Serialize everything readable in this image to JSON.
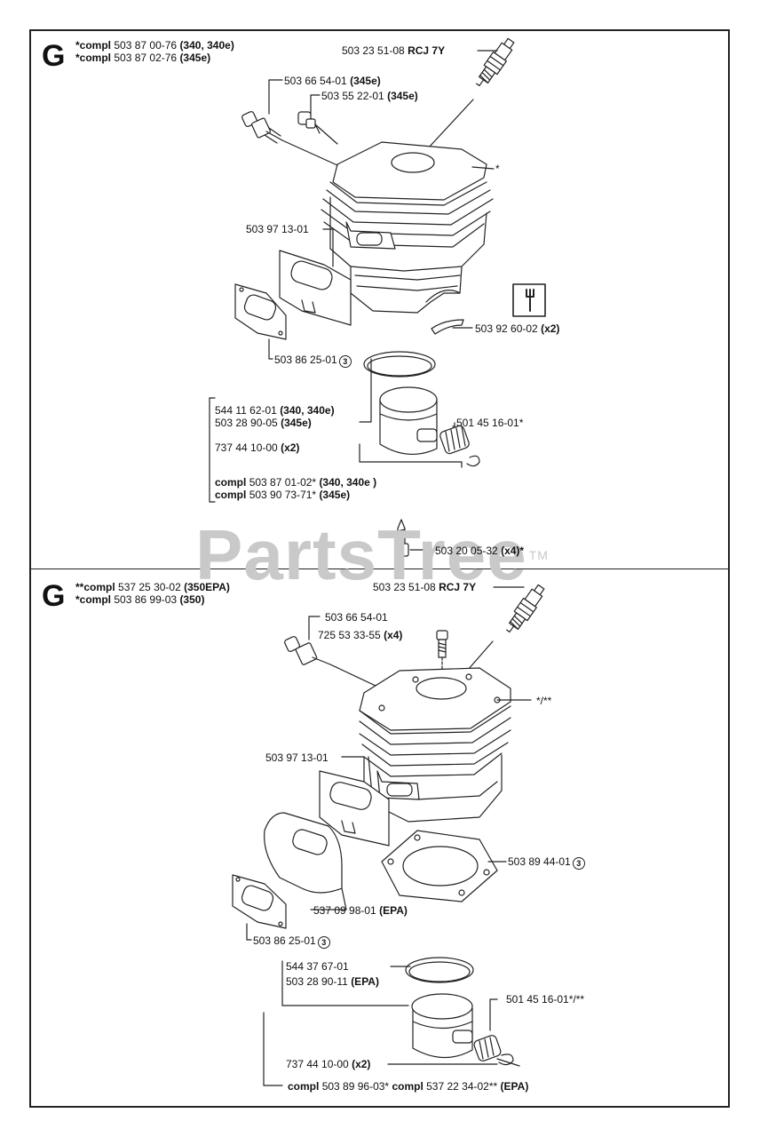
{
  "watermark": {
    "text": "PartsTree",
    "tm": "TM"
  },
  "top": {
    "letter": "G",
    "header_lines": [
      {
        "prefix": "*compl",
        "num": "503 87 00-76",
        "bold": "(340, 340e)"
      },
      {
        "prefix": "*compl",
        "num": "503 87 02-76",
        "bold": "(345e)"
      }
    ],
    "labels": {
      "spark_plug": {
        "num": "503 23 51-08",
        "bold": "RCJ 7Y"
      },
      "decomp_valve": {
        "num": "503 66 54-01",
        "bold": "(345e)"
      },
      "plug": {
        "num": "503 55 22-01",
        "bold": "(345e)"
      },
      "cylinder_mark": "*",
      "muffler_gasket_plate": {
        "num": "503 97 13-01"
      },
      "tool": {
        "num": "503 92 60-02",
        "bold": "(x2)"
      },
      "gasket": {
        "num": "503 86 25-01",
        "circle": "3"
      },
      "piston_a": {
        "num": "544 11 62-01",
        "bold": "(340, 340e)"
      },
      "piston_b": {
        "num": "503 28 90-05",
        "bold": "(345e)"
      },
      "bearing": {
        "num": "501 45 16-01*"
      },
      "circlip": {
        "num": "737 44 10-00",
        "bold": "(x2)"
      },
      "piston_compl_a": {
        "prefix": "compl",
        "num": "503 87 01-02*",
        "bold": "(340, 340e )"
      },
      "piston_compl_b": {
        "prefix": "compl",
        "num": "503 90 73-71*",
        "bold": "(345e)"
      },
      "screw": {
        "num": "503 20 05-32",
        "bold": "(x4)*"
      }
    }
  },
  "bottom": {
    "letter": "G",
    "header_lines": [
      {
        "prefix": "**compl",
        "num": "537 25 30-02",
        "bold": "(350EPA)"
      },
      {
        "prefix": "*compl",
        "num": "503 86 99-03",
        "bold": "(350)"
      }
    ],
    "labels": {
      "spark_plug": {
        "num": "503 23 51-08",
        "bold": "RCJ 7Y"
      },
      "decomp_valve": {
        "num": "503 66 54-01"
      },
      "screw": {
        "num": "725 53 33-55",
        "bold": "(x4)"
      },
      "cylinder_mark": "*/**",
      "muffler_gasket_plate": {
        "num": "503 97 13-01"
      },
      "base_gasket": {
        "num": "503 89 44-01",
        "circle": "3"
      },
      "heat_shield": {
        "num": "537 09 98-01",
        "bold": "(EPA)"
      },
      "gasket": {
        "num": "503 86 25-01",
        "circle": "3"
      },
      "piston_ring": {
        "num": "544 37 67-01"
      },
      "piston": {
        "num": "503 28 90-11",
        "bold": "(EPA)"
      },
      "bearing": {
        "num": "501 45 16-01*/**"
      },
      "circlip": {
        "num": "737 44 10-00",
        "bold": "(x2)"
      },
      "piston_compl": {
        "prefix1": "compl",
        "num1": "503 89 96-03*",
        "prefix2": "compl",
        "num2": "537 22 34-02**",
        "bold": "(EPA)"
      }
    }
  },
  "icons": [
    "spark-plug-icon",
    "wrench-tool-icon"
  ]
}
